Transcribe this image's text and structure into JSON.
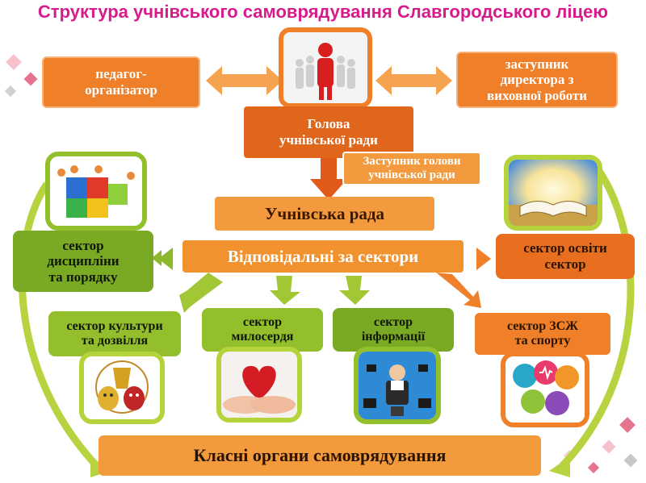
{
  "title": "Структура учнівського самоврядування Славгородського ліцею",
  "top": {
    "left_box": "педагог-\nорганізатор",
    "right_box": "заступник\nдиректора з\nвиховної роботи",
    "head_box": "Голова\nучнівської ради",
    "deputy_box": "Заступник голови\nучнівської ради"
  },
  "council": "Учнівська рада",
  "responsible": "Відповідальні за сектори",
  "sectors": {
    "discipline": "сектор\nдисципліни\nта порядку",
    "education": "сектор освіти\nсектор",
    "culture": "сектор культури\nта дозвілля",
    "mercy": "сектор\nмилосердя",
    "information": "сектор\nінформації",
    "health": "сектор ЗСЖ\nта спорту"
  },
  "bottom": "Класні органи самоврядування",
  "colors": {
    "orange": "#f07f2a",
    "green": "#93bf2c",
    "title": "#d81b8c"
  },
  "icons": {
    "head": "leader-figure-icon",
    "discipline": "puzzle-team-icon",
    "education": "open-book-icon",
    "culture": "theatre-masks-icon",
    "mercy": "heart-in-hands-icon",
    "information": "media-reporter-icon",
    "health": "sports-circles-icon"
  }
}
